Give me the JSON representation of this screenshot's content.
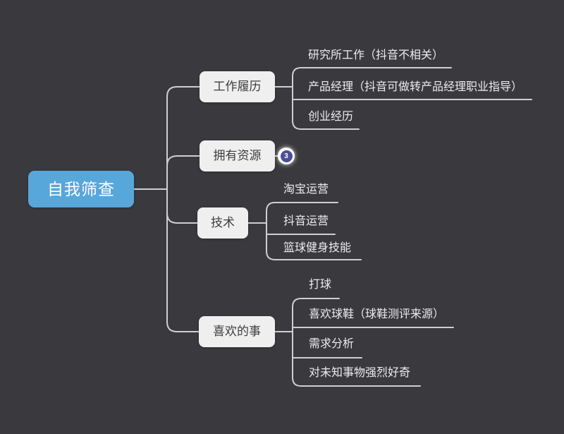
{
  "app": {
    "background_color": "#3a3a3e",
    "connector_color": "#cfcfd2",
    "root_color": "#58a7da",
    "branch_box_color": "#eeefee",
    "badge_color": "#4e4e96"
  },
  "mindmap": {
    "root": {
      "label": "自我筛查"
    },
    "branches": [
      {
        "label": "工作履历",
        "children": [
          "研究所工作（抖音不相关）",
          "产品经理（抖音可做转产品经理职业指导）",
          "创业经历"
        ]
      },
      {
        "label": "拥有资源",
        "collapsed_children_count": "3"
      },
      {
        "label": "技术",
        "children": [
          "淘宝运营",
          "抖音运营",
          "篮球健身技能"
        ]
      },
      {
        "label": "喜欢的事",
        "children": [
          "打球",
          "喜欢球鞋（球鞋测评来源）",
          "需求分析",
          "对未知事物强烈好奇"
        ]
      }
    ]
  }
}
